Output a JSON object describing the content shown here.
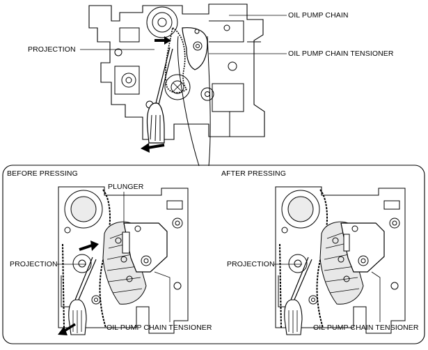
{
  "diagram": {
    "top_labels": {
      "oil_pump_chain": "OIL PUMP CHAIN",
      "projection": "PROJECTION",
      "oil_pump_chain_tensioner": "OIL PUMP CHAIN TENSIONER"
    },
    "before_panel": {
      "title": "BEFORE PRESSING",
      "plunger": "PLUNGER",
      "projection": "PROJECTION",
      "tensioner": "OIL PUMP CHAIN TENSIONER"
    },
    "after_panel": {
      "title": "AFTER PRESSING",
      "projection": "PROJECTION",
      "tensioner": "OIL PUMP CHAIN TENSIONER"
    },
    "colors": {
      "line": "#000000",
      "background": "#ffffff",
      "shade": "#d9d9d9"
    }
  }
}
